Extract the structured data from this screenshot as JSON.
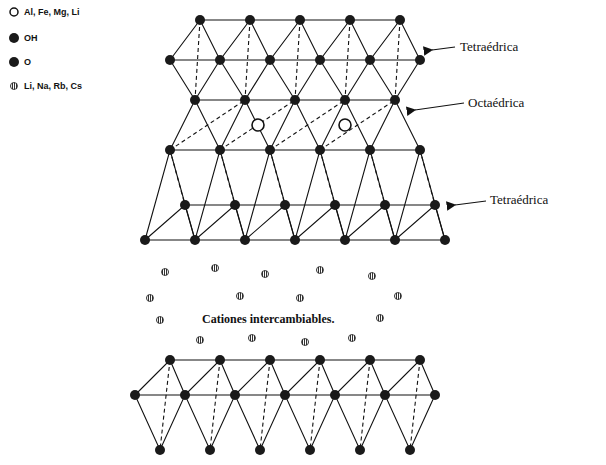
{
  "diagram": {
    "labels": [
      "Tetraédrica",
      "Octaédrica",
      "Tetraédrica",
      "Cationes intercambiables."
    ],
    "legend": [
      {
        "text": "Al, Fe, Mg, Li"
      },
      {
        "text": "OH"
      },
      {
        "text": "O"
      },
      {
        "text": "Li, Na, Rb, Cs"
      }
    ]
  }
}
